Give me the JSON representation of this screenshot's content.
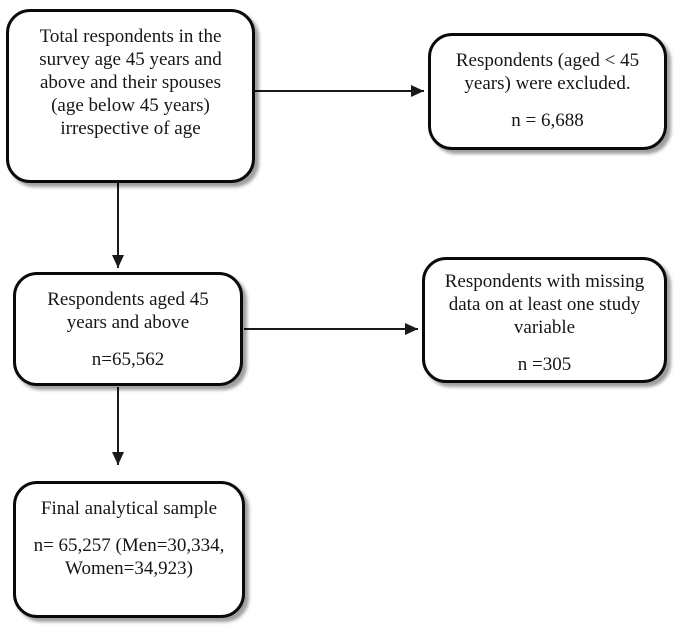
{
  "figure": {
    "type": "study-flow-diagram",
    "background_color": "#ffffff",
    "box_border_color": "#0a0a0a",
    "arrow_color": "#1a1a1a",
    "boxes": {
      "total": {
        "text": "Total respondents in the\nsurvey age 45 years and\nabove and their spouses\n(age below 45 years)\nirrespective of age"
      },
      "excluded": {
        "text": "Respondents (aged < 45\nyears) were excluded.",
        "n": "n = 6,688"
      },
      "aged45": {
        "text": "Respondents aged 45\nyears and above",
        "n": "n=65,562"
      },
      "missing": {
        "text": "Respondents with missing\ndata on at least one study\nvariable",
        "n": "n =305"
      },
      "final": {
        "text": "Final analytical sample",
        "n": "n= 65,257 (Men=30,334,\nWomen=34,923)"
      }
    },
    "edges": [
      {
        "from": "total",
        "to": "excluded"
      },
      {
        "from": "total",
        "to": "aged45"
      },
      {
        "from": "aged45",
        "to": "missing"
      },
      {
        "from": "aged45",
        "to": "final"
      }
    ]
  }
}
